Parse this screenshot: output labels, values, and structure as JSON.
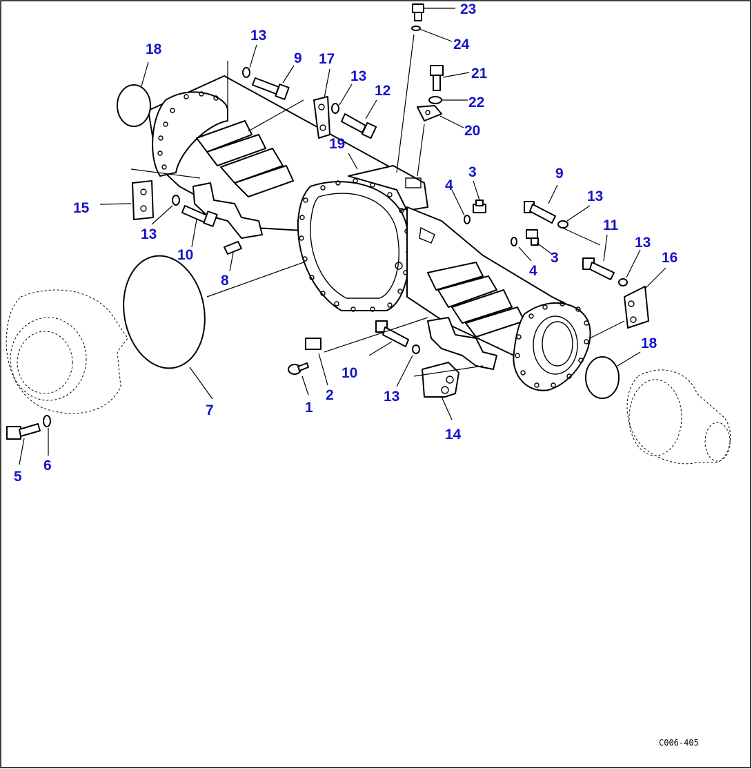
{
  "diagram": {
    "drawing_code": "C006-405",
    "callouts": {
      "c23": "23",
      "c24": "24",
      "c21": "21",
      "c22": "22",
      "c20": "20",
      "c18a": "18",
      "c13a": "13",
      "c9a": "9",
      "c17": "17",
      "c13b": "13",
      "c12": "12",
      "c19": "19",
      "c4a": "4",
      "c3a": "3",
      "c9b": "9",
      "c13c": "13",
      "c15": "15",
      "c13d": "13",
      "c10a": "10",
      "c11": "11",
      "c3b": "3",
      "c4b": "4",
      "c13e": "13",
      "c16": "16",
      "c8": "8",
      "c7": "7",
      "c18b": "18",
      "c10b": "10",
      "c2": "2",
      "c1": "1",
      "c13f": "13",
      "c14": "14",
      "c5": "5",
      "c6": "6"
    }
  }
}
